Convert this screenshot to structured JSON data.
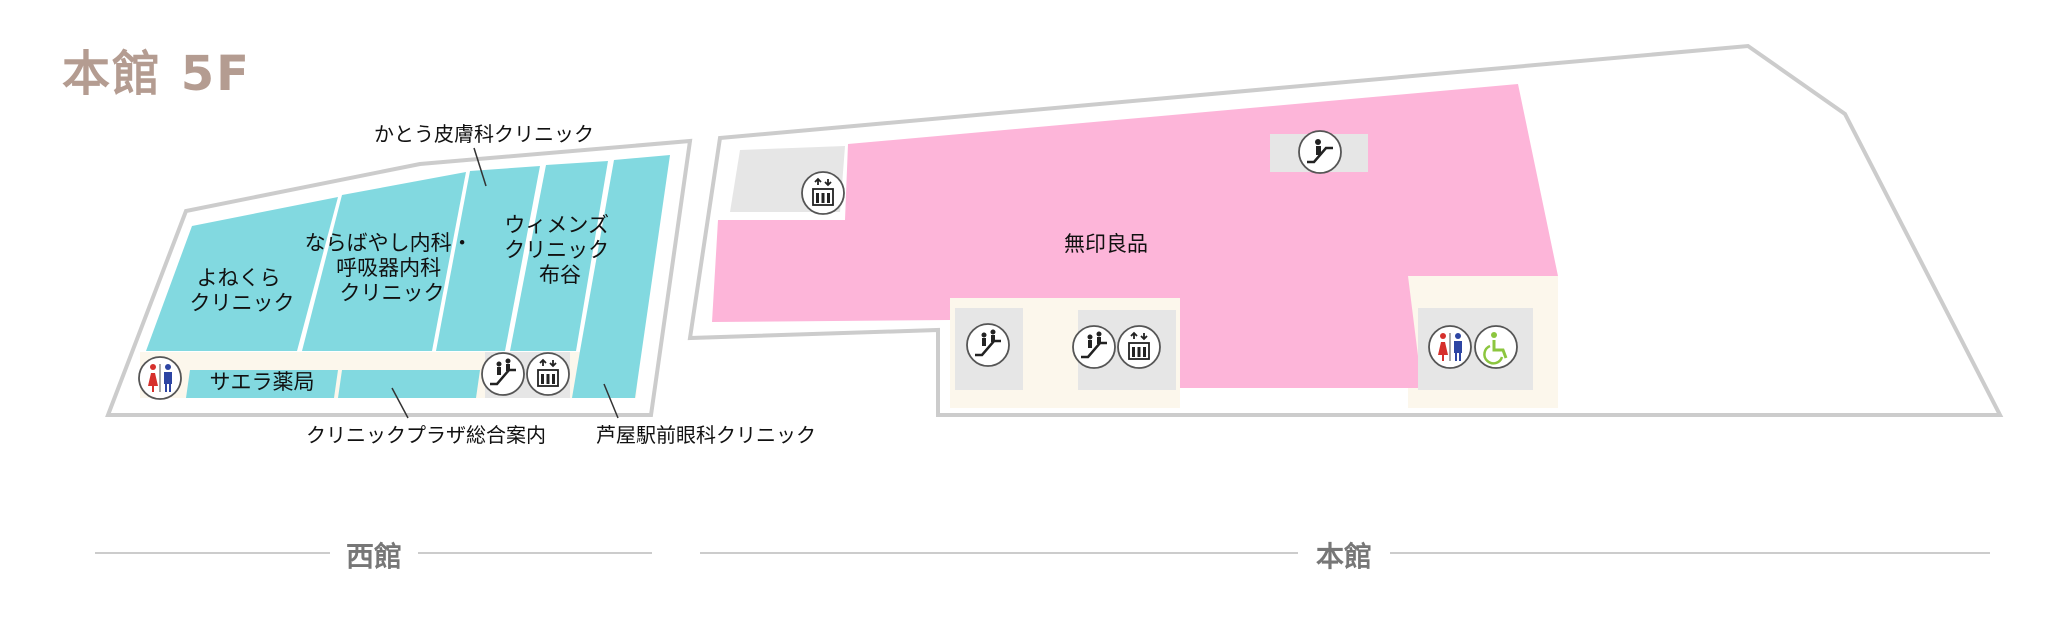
{
  "floor_title": "本館 5F",
  "buildings": {
    "west": "西館",
    "main": "本館"
  },
  "shops": {
    "yonekura": [
      "よねくら",
      "クリニック"
    ],
    "narabayashi": [
      "ならばやし内科・",
      "呼吸器内科",
      "クリニック"
    ],
    "womens": [
      "ウィメンズ",
      "クリニック",
      "布谷"
    ],
    "saera": "サエラ薬局",
    "muji": "無印良品"
  },
  "callouts": {
    "kato": "かとう皮膚科クリニック",
    "plaza": "クリニックプラザ総合案内",
    "ashiya": "芦屋駅前眼科クリニック"
  },
  "colors": {
    "clinic": "#82d9e0",
    "muji": "#fdb5d9",
    "service": "#e6e6e6",
    "corridor": "#fcf7ec",
    "outline": "#cccccc",
    "title": "#b49c91"
  },
  "icons": [
    "restroom-icon",
    "escalator-icon",
    "elevator-icon",
    "accessible-toilet-icon"
  ]
}
